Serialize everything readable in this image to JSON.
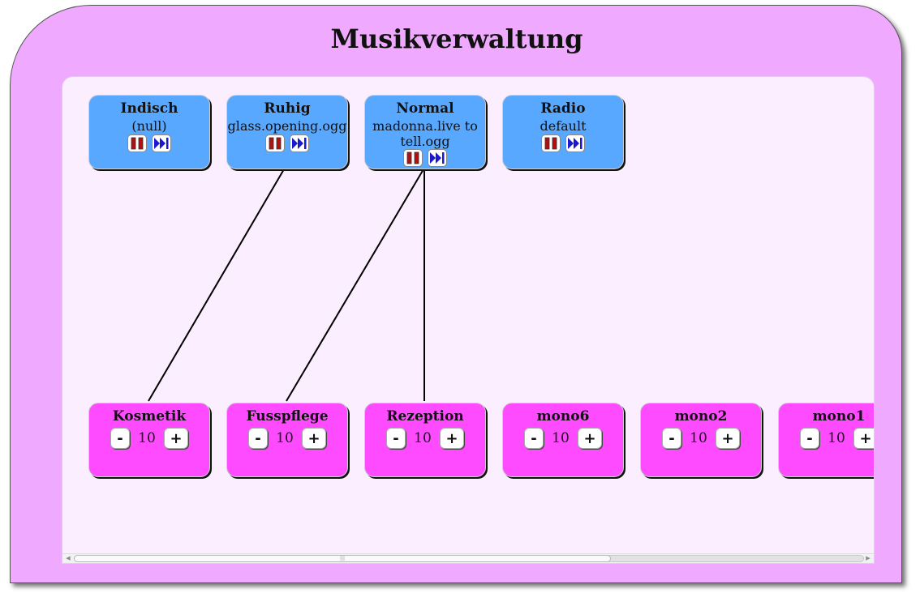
{
  "app": {
    "title": "Musikverwaltung"
  },
  "colors": {
    "frame": "#efaaff",
    "panel": "#fbeeff",
    "music_card": "#58a8ff",
    "room_card": "#ff4bff"
  },
  "icons": {
    "pause": "pause-icon",
    "next": "fast-forward-icon"
  },
  "music_sources": [
    {
      "name": "Indisch",
      "song": "(null)"
    },
    {
      "name": "Ruhig",
      "song": "glass.opening.ogg"
    },
    {
      "name": "Normal",
      "song": "madonna.live to tell.ogg"
    },
    {
      "name": "Radio",
      "song": "default"
    }
  ],
  "rooms": [
    {
      "name": "Kosmetik",
      "volume": "10",
      "minus": "-",
      "plus": "+"
    },
    {
      "name": "Fusspflege",
      "volume": "10",
      "minus": "-",
      "plus": "+"
    },
    {
      "name": "Rezeption",
      "volume": "10",
      "minus": "-",
      "plus": "+"
    },
    {
      "name": "mono6",
      "volume": "10",
      "minus": "-",
      "plus": "+"
    },
    {
      "name": "mono2",
      "volume": "10",
      "minus": "-",
      "plus": "+"
    },
    {
      "name": "mono1",
      "volume": "10",
      "minus": "-",
      "plus": "+"
    }
  ],
  "connections": [
    {
      "source": "Ruhig",
      "room": "Kosmetik"
    },
    {
      "source": "Normal",
      "room": "Fusspflege"
    },
    {
      "source": "Normal",
      "room": "Rezeption"
    }
  ]
}
